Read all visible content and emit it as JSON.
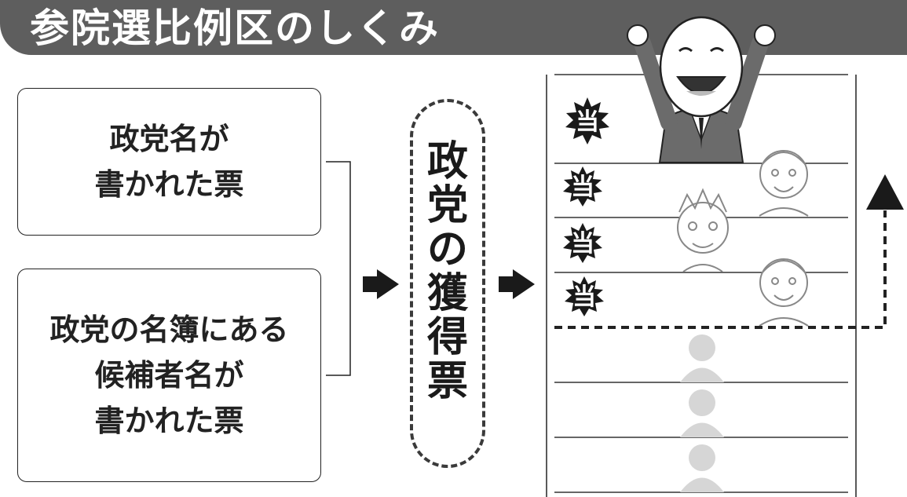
{
  "title": "参院選比例区のしくみ",
  "box_party": {
    "lines": [
      "政党名が",
      "書かれた票"
    ]
  },
  "box_candidate": {
    "lines": [
      "政党の名簿にある",
      "候補者名が",
      "書かれた票"
    ]
  },
  "vote_label": [
    "政",
    "党",
    "の",
    "獲",
    "得",
    "票"
  ],
  "seats": {
    "seal_char": "当",
    "seal_count": 4,
    "empty_slots": 3
  },
  "colors": {
    "title_bar": "#5e5e5e",
    "ink": "#222222",
    "placeholder": "#d6d6d6",
    "character_sketch": "#888888"
  },
  "icons": [
    "bracket-connector",
    "right-arrow-icon",
    "winner-seal-icon",
    "celebrating-politician-figure",
    "candidate-face-icon",
    "person-placeholder-icon",
    "up-arrow-icon"
  ]
}
